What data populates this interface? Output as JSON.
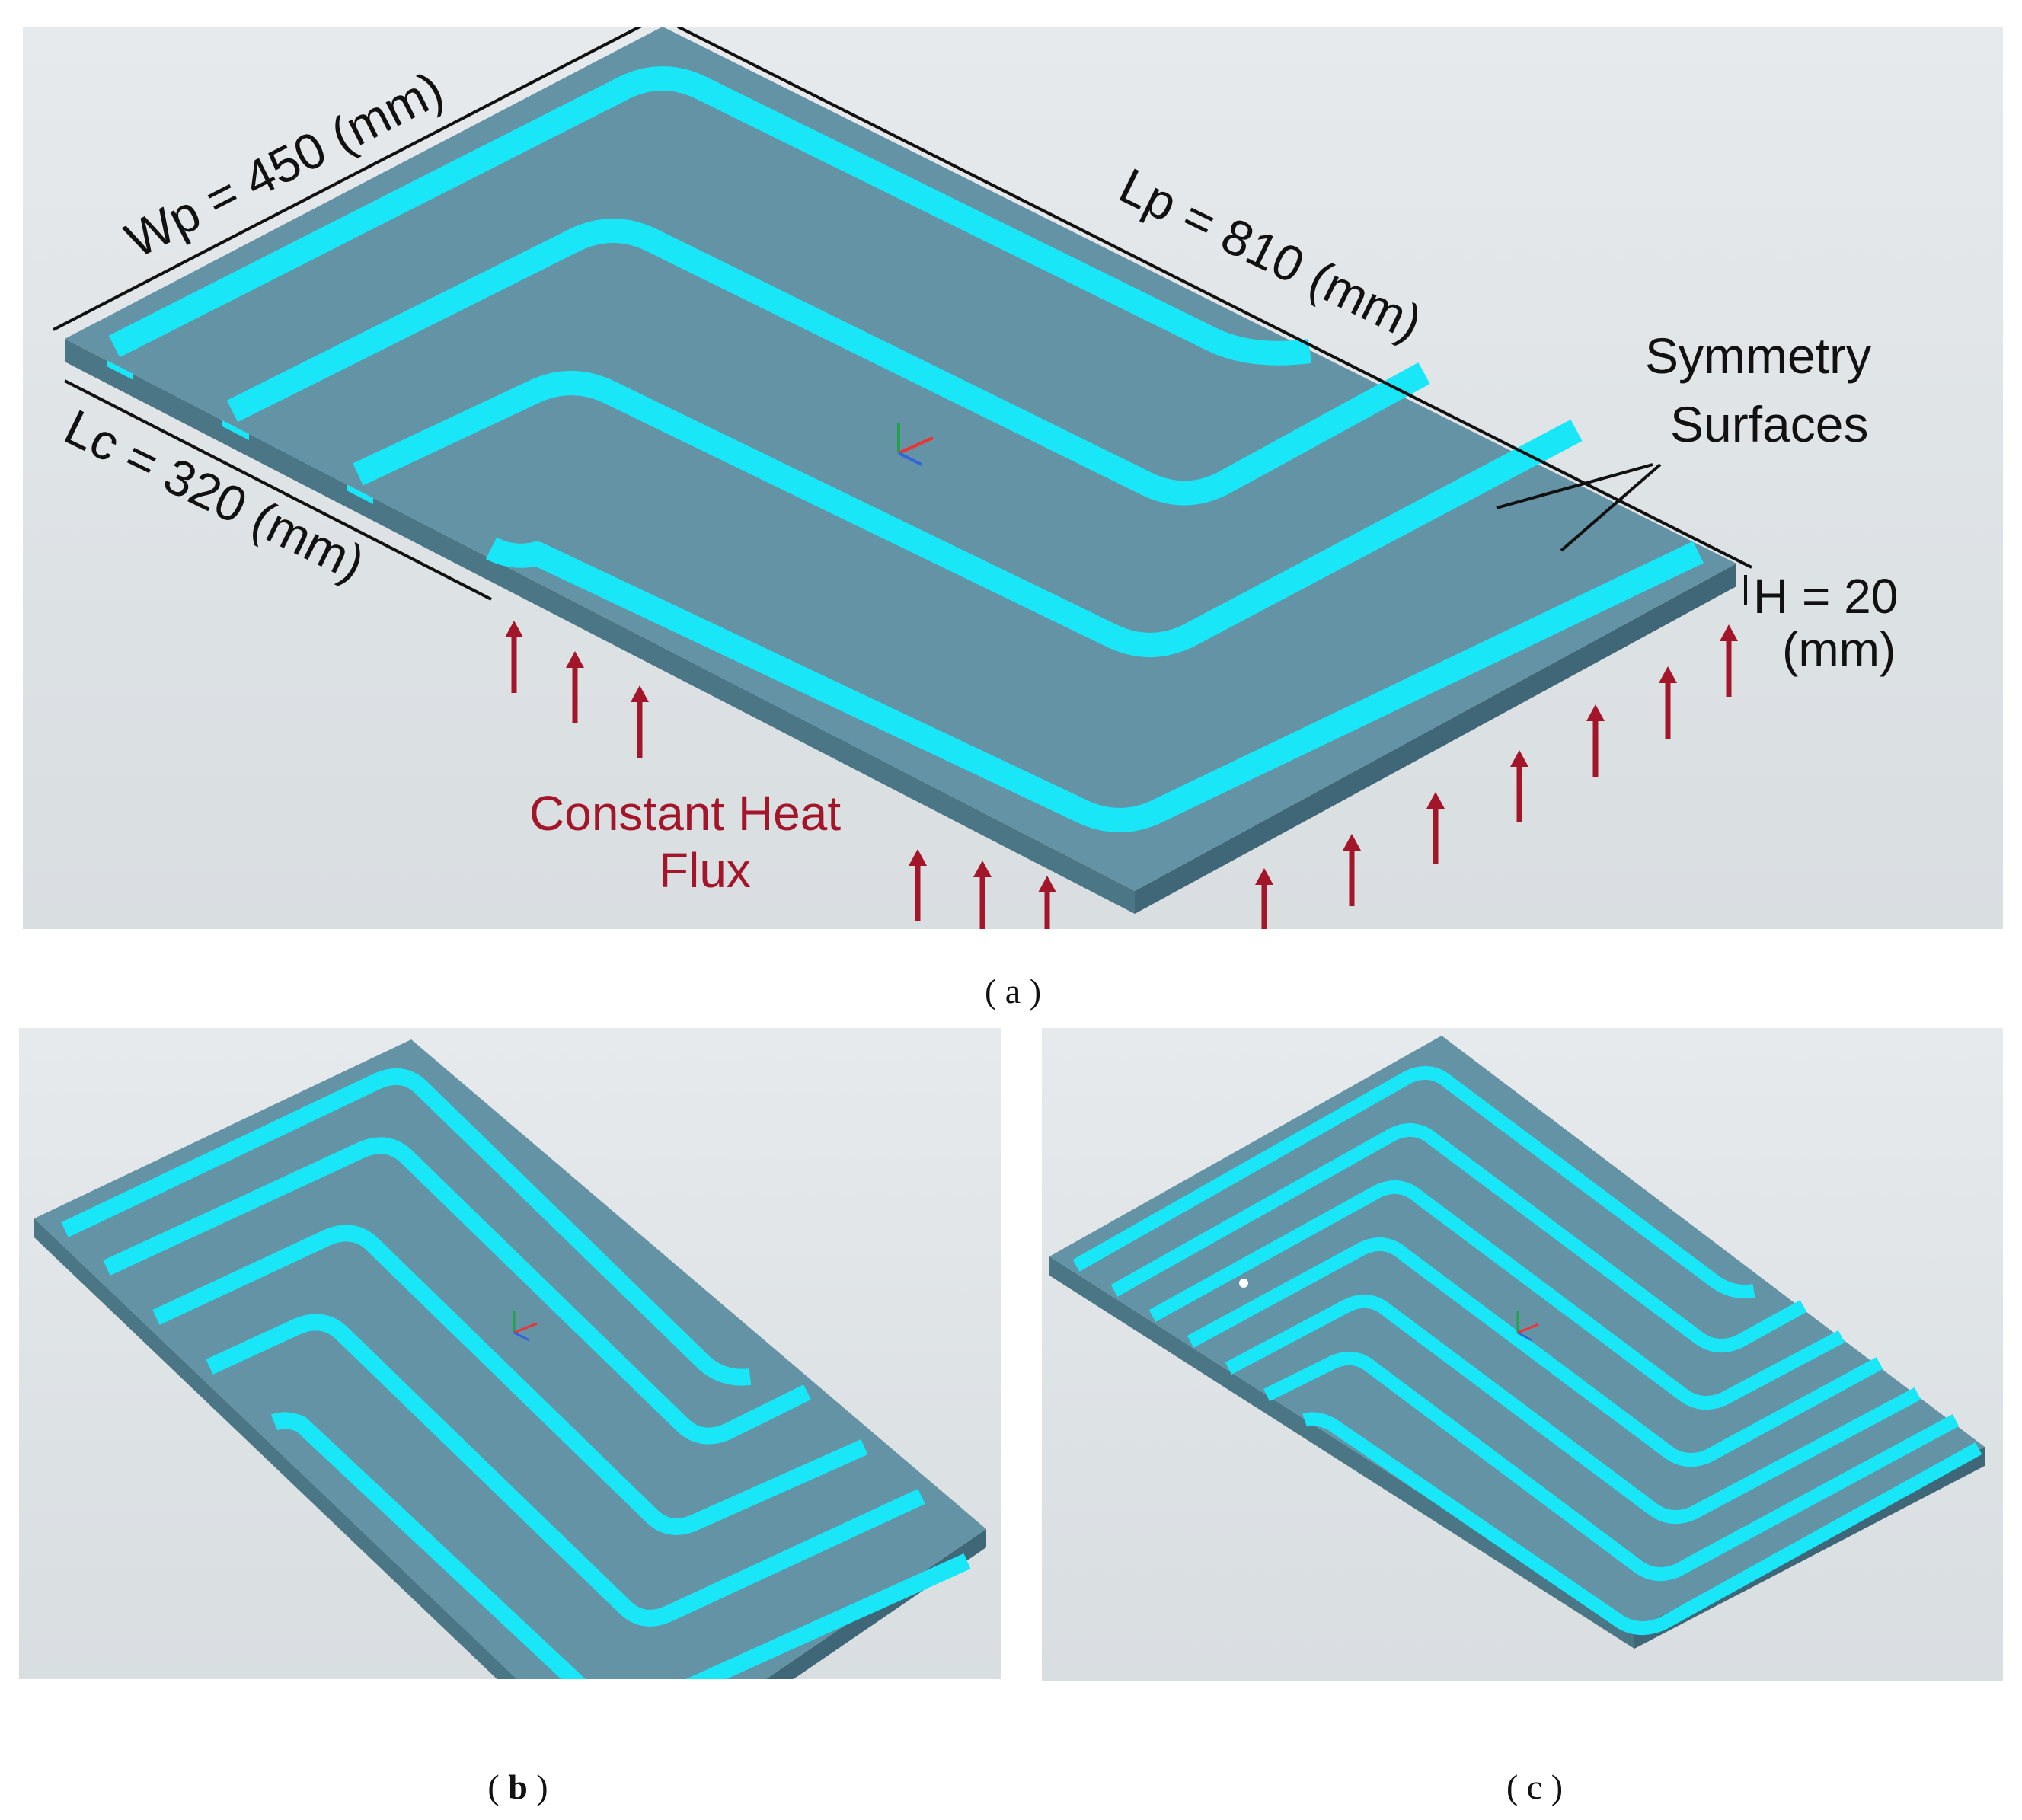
{
  "panel_a": {
    "dim_wp": "Wp = 450 (mm)",
    "dim_lp": "Lp = 810 (mm)",
    "dim_lc": "Lc = 320 (mm)",
    "dim_h_line1": "H = 20",
    "dim_h_line2": "(mm)",
    "symmetry_line1": "Symmetry",
    "symmetry_line2": "Surfaces",
    "heat_line1": "Constant Heat",
    "heat_line2": "Flux",
    "caption": "( a )"
  },
  "panel_b": {
    "caption_open": "(",
    "caption_letter": "b",
    "caption_close": ")"
  },
  "panel_c": {
    "caption": "( c )"
  },
  "colors": {
    "plate_top": "#6393a4",
    "plate_front": "#4b7686",
    "plate_side": "#3f6777",
    "channel": "#19e6f7",
    "channel_edge": "#0fc8de",
    "arrow": "#a31528",
    "background": "#e2e6e9"
  }
}
